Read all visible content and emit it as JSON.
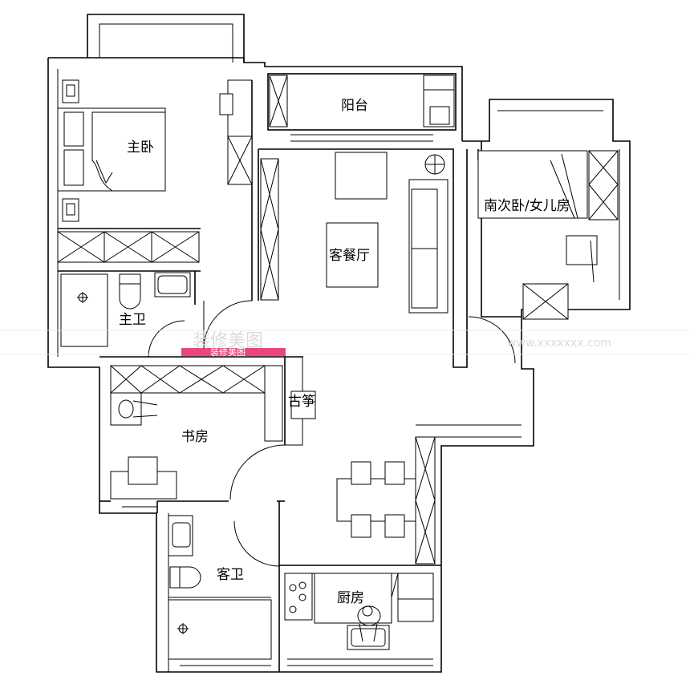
{
  "rooms": {
    "master_bedroom": "主卧",
    "balcony": "阳台",
    "living_dining": "客餐厅",
    "second_bedroom": "南次卧/女儿房",
    "master_bath": "主卫",
    "study": "书房",
    "guzheng": "古筝",
    "guest_bath": "客卫",
    "kitchen": "厨房"
  },
  "watermark": {
    "left": "装修美图",
    "left_badge": "装修美图",
    "right": "www.xxxxxxx.com"
  },
  "colors": {
    "line": "#000000",
    "watermark_badge": "#e8336f",
    "watermark_text": "#d8d8d8"
  }
}
